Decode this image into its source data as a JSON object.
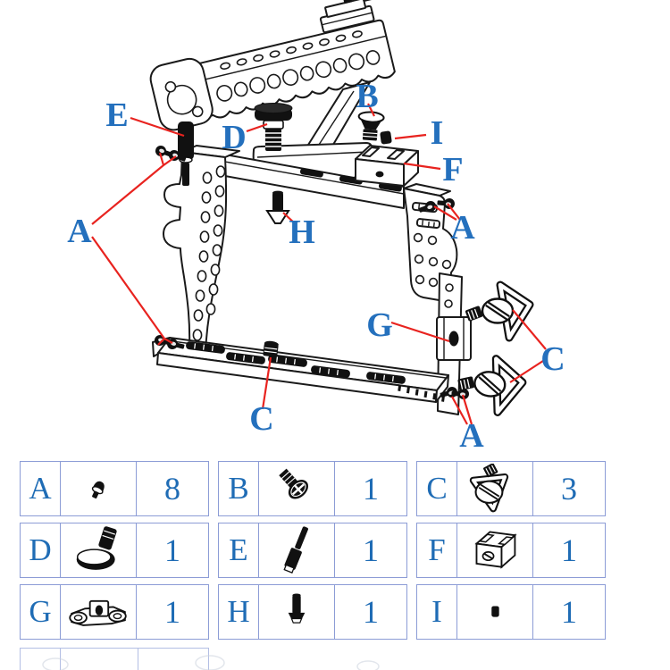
{
  "colors": {
    "label_blue": "#2470bd",
    "table_text_blue": "#1f6cb5",
    "leader_red": "#e8231f",
    "table_border": "#8c9cd6",
    "line_art": "#1a1a1a",
    "background": "#ffffff"
  },
  "diagram": {
    "labels": [
      {
        "text": "E"
      },
      {
        "text": "D"
      },
      {
        "text": "B"
      },
      {
        "text": "I"
      },
      {
        "text": "F"
      },
      {
        "text": "A"
      },
      {
        "text": "H"
      },
      {
        "text": "A"
      },
      {
        "text": "G"
      },
      {
        "text": "C"
      },
      {
        "text": "C"
      },
      {
        "text": "A"
      }
    ]
  },
  "parts_table": {
    "cells": [
      {
        "letter": "A",
        "qty": "8",
        "icon": "small-pan-head-screw"
      },
      {
        "letter": "B",
        "qty": "1",
        "icon": "phillips-flat-head-screw"
      },
      {
        "letter": "C",
        "qty": "3",
        "icon": "triangle-wing-thumbscrew"
      },
      {
        "letter": "D",
        "qty": "1",
        "icon": "large-round-thumbscrew"
      },
      {
        "letter": "E",
        "qty": "1",
        "icon": "long-locating-pin"
      },
      {
        "letter": "F",
        "qty": "1",
        "icon": "cold-shoe-block"
      },
      {
        "letter": "G",
        "qty": "1",
        "icon": "rail-bracket"
      },
      {
        "letter": "H",
        "qty": "1",
        "icon": "countersunk-screw"
      },
      {
        "letter": "I",
        "qty": "1",
        "icon": "set-screw"
      }
    ]
  }
}
